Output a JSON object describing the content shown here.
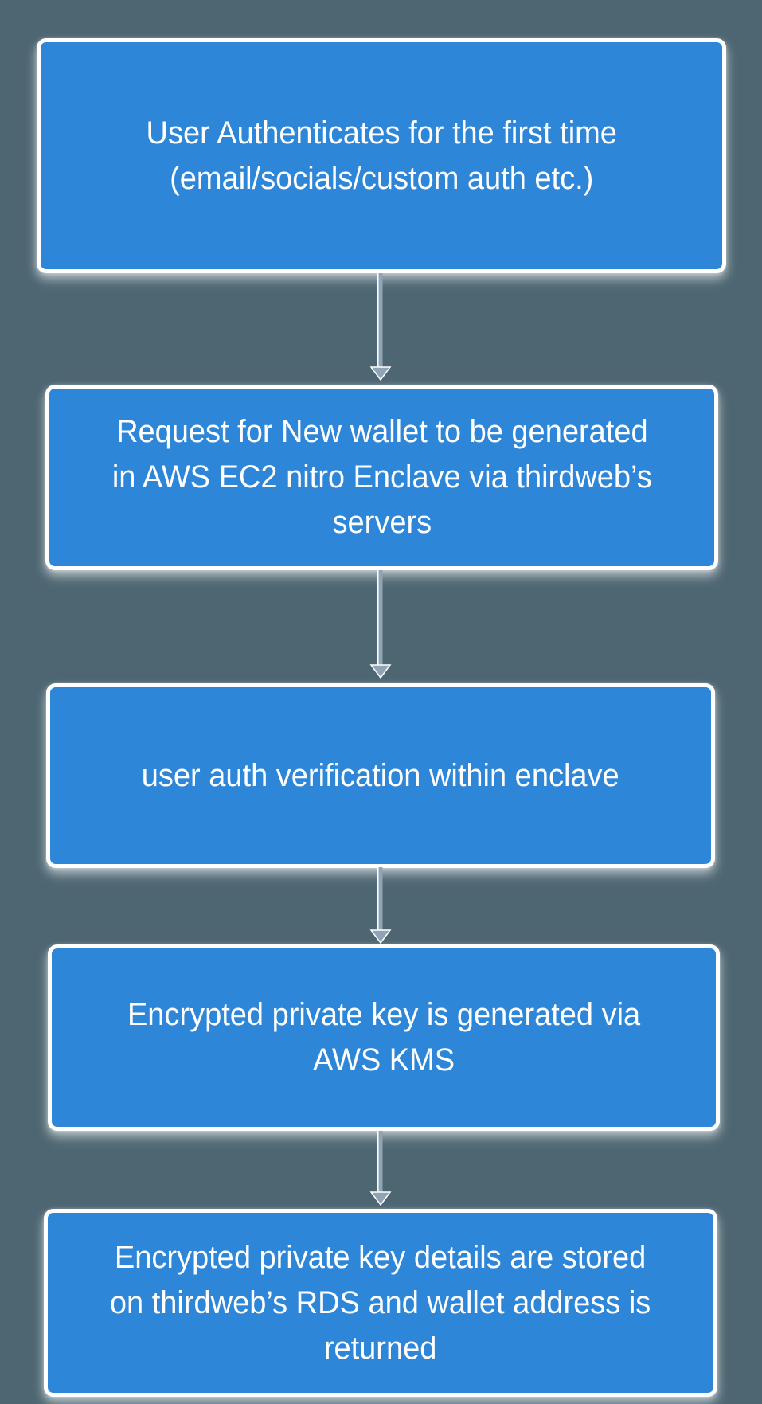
{
  "colors": {
    "background": "#4D6672",
    "node_fill": "#2E86D9",
    "node_border": "#FFFFFF",
    "text": "#FFFFFF",
    "arrow_line": "#8FA4B4",
    "arrow_head": "#8FA4B4",
    "arrow_outline": "#FFFFFF"
  },
  "flowchart": {
    "type": "flowchart",
    "direction": "top-down",
    "nodes": [
      {
        "id": "user-authenticates",
        "lines": [
          "User Authenticates for the first time",
          "(email/socials/custom auth etc.)"
        ]
      },
      {
        "id": "request-new-wallet",
        "lines": [
          "Request for New wallet to be generated",
          "in AWS EC2 nitro Enclave via thirdweb’s",
          "servers"
        ]
      },
      {
        "id": "auth-verification",
        "lines": [
          "user auth verification within enclave"
        ]
      },
      {
        "id": "key-generated",
        "lines": [
          "Encrypted private key is generated via",
          "AWS KMS"
        ]
      },
      {
        "id": "key-stored",
        "lines": [
          "Encrypted private key details are stored",
          "on thirdweb’s RDS and wallet address is",
          "returned"
        ]
      }
    ],
    "edges": [
      {
        "from": "user-authenticates",
        "to": "request-new-wallet"
      },
      {
        "from": "request-new-wallet",
        "to": "auth-verification"
      },
      {
        "from": "auth-verification",
        "to": "key-generated"
      },
      {
        "from": "key-generated",
        "to": "key-stored"
      }
    ]
  }
}
